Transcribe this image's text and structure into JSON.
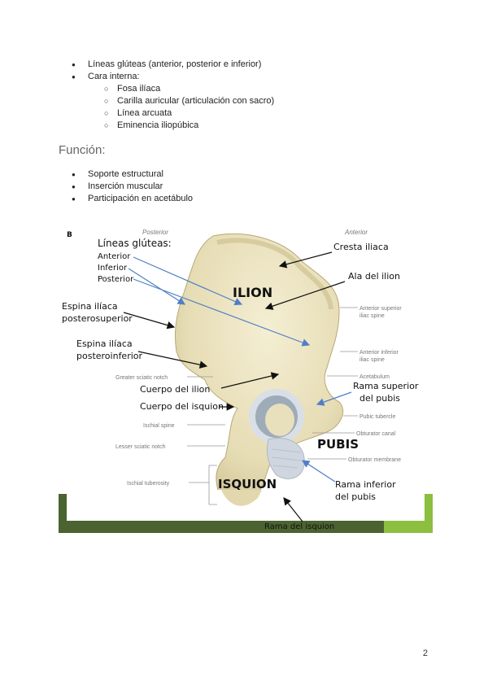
{
  "list_top": {
    "items": [
      {
        "text": "Líneas glúteas (anterior, posterior e inferior)"
      },
      {
        "text": "Cara interna:",
        "sub": [
          "Fosa ilíaca",
          "Carilla auricular (articulación con sacro)",
          "Línea arcuata",
          "Eminencia iliopúbica"
        ]
      }
    ]
  },
  "funcion": {
    "heading": "Función:",
    "items": [
      "Soporte estructural",
      "Inserción muscular",
      "Participación en acetábulo"
    ]
  },
  "figure": {
    "panel_letter": "B",
    "posterior": "Posterior",
    "anterior": "Anterior",
    "labels": {
      "lineas_gluteas": "Líneas glúteas:",
      "anterior": "Anterior",
      "inferior": "Inferior",
      "posterior": "Posterior",
      "cresta": "Cresta iliaca",
      "ala": "Ala del ilion",
      "ilion": "ILION",
      "espina_sup_1": "Espina ilíaca",
      "espina_sup_2": "posterosuperior",
      "espina_inf_1": "Espina ilíaca",
      "espina_inf_2": "posteroinferior",
      "cuerpo_ilion": "Cuerpo del ilion",
      "cuerpo_isquion": "Cuerpo del isquion",
      "rama_sup_1": "Rama superior",
      "rama_sup_2": "del pubis",
      "pubis": "PUBIS",
      "isquion": "ISQUION",
      "rama_inf_1": "Rama inferior",
      "rama_inf_2": "del pubis",
      "rama_isquion": "Rama del isquion"
    },
    "grey_labels": {
      "asis_1": "Anterior superior",
      "asis_2": "iliac spine",
      "aiis_1": "Anterior inferior",
      "aiis_2": "iliac spine",
      "acetabulum": "Acetabulum",
      "pubic_tubercle": "Pubic tubercle",
      "obturator_canal": "Obturator canal",
      "obturator_membrane": "Obturator membrane",
      "greater_sciatic": "Greater sciatic notch",
      "ischial_spine": "Ischial spine",
      "lesser_sciatic": "Lesser sciatic notch",
      "ischial_tuberosity": "Ischial tuberosity"
    },
    "colors": {
      "bar_dark": "#4a6330",
      "bar_light": "#8cbf3f",
      "bone": "#eee6c4",
      "arrow_blue": "#4f7fc6"
    }
  },
  "page_number": "2"
}
